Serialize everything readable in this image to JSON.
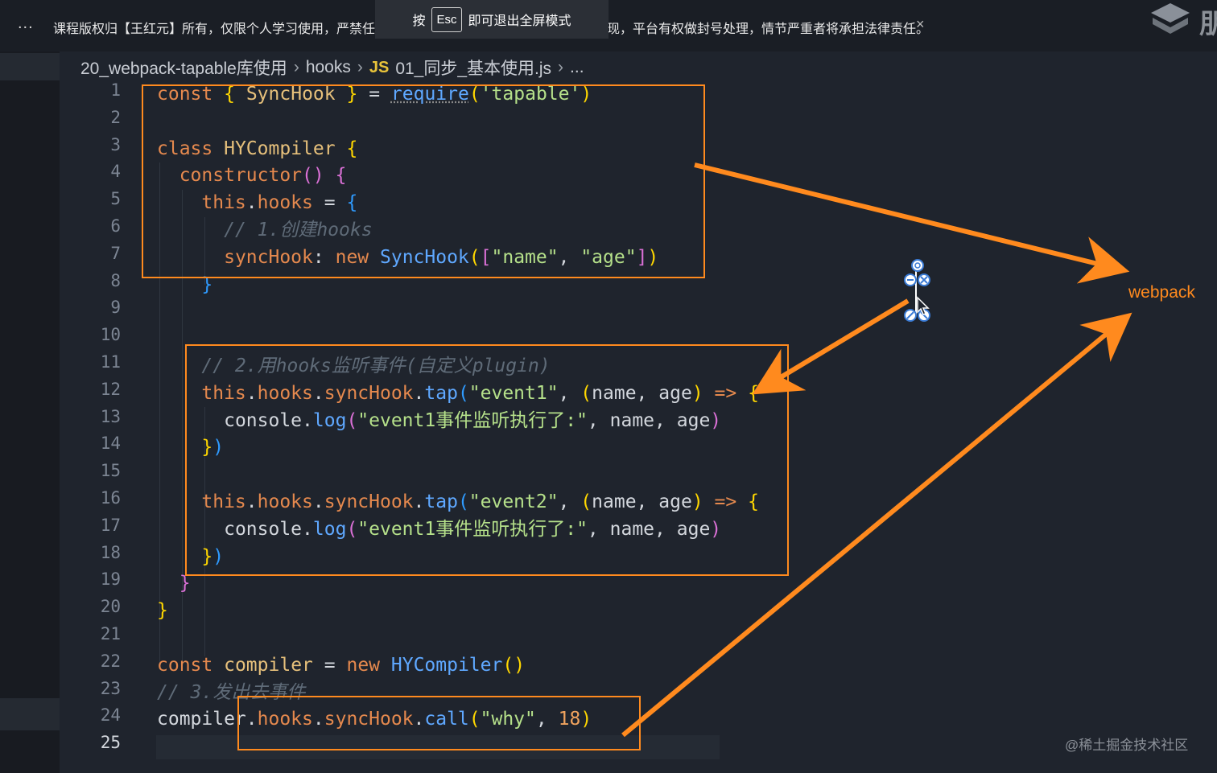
{
  "topbar": {
    "menu_dots": "...",
    "notice": "课程版权归【王红元】所有，仅限个人学习使用，严禁任何形式的录制、传播和账号分享。一经发现，平台有权做封号处理，情节严重者将承担法律责任。",
    "close": "×",
    "esc_prefix": "按",
    "esc_key": "Esc",
    "esc_suffix": "即可退出全屏模式",
    "logo_char": "朋"
  },
  "breadcrumb": {
    "folder": "20_webpack-tapable库使用",
    "subfolder": "hooks",
    "file_badge": "JS",
    "file": "01_同步_基本使用.js",
    "more": "..."
  },
  "editor": {
    "active_line": "25",
    "line_numbers": [
      "1",
      "2",
      "3",
      "4",
      "5",
      "6",
      "7",
      "8",
      "9",
      "10",
      "11",
      "12",
      "13",
      "14",
      "15",
      "16",
      "17",
      "18",
      "19",
      "20",
      "21",
      "22",
      "23",
      "24",
      "25"
    ],
    "tokens": {
      "l1": [
        "const",
        "{",
        "SyncHook",
        "}",
        "=",
        "require",
        "(",
        "'tapable'",
        ")"
      ],
      "l3": [
        "class",
        "HYCompiler",
        "{"
      ],
      "l4": [
        "constructor",
        "()",
        "{"
      ],
      "l5": [
        "this",
        ".",
        "hooks",
        "=",
        "{"
      ],
      "l6": [
        "// 1.创建hooks"
      ],
      "l7": [
        "syncHook",
        ":",
        "new",
        "SyncHook",
        "(",
        "[",
        "\"name\"",
        ",",
        "\"age\"",
        "]",
        ")"
      ],
      "l8": [
        "}"
      ],
      "l11": [
        "// 2.用hooks监听事件(自定义plugin)"
      ],
      "l12": [
        "this",
        ".",
        "hooks",
        ".",
        "syncHook",
        ".",
        "tap",
        "(",
        "\"event1\"",
        ",",
        "(",
        "name",
        ",",
        "age",
        ")",
        "=>",
        "{"
      ],
      "l13": [
        "console",
        ".",
        "log",
        "(",
        "\"event1事件监听执行了:\"",
        ",",
        "name",
        ",",
        "age",
        ")"
      ],
      "l14": [
        "}",
        ")"
      ],
      "l16": [
        "this",
        ".",
        "hooks",
        ".",
        "syncHook",
        ".",
        "tap",
        "(",
        "\"event2\"",
        ",",
        "(",
        "name",
        ",",
        "age",
        ")",
        "=>",
        "{"
      ],
      "l17": [
        "console",
        ".",
        "log",
        "(",
        "\"event1事件监听执行了:\"",
        ",",
        "name",
        ",",
        "age",
        ")"
      ],
      "l18": [
        "}",
        ")"
      ],
      "l19": [
        "}"
      ],
      "l20": [
        "}"
      ],
      "l22": [
        "const",
        "compiler",
        "=",
        "new",
        "HYCompiler",
        "()"
      ],
      "l23": [
        "// 3.发出去事件"
      ],
      "l24": [
        "compiler",
        ".",
        "hooks",
        ".",
        "syncHook",
        ".",
        "call",
        "(",
        "\"why\"",
        ",",
        "18",
        ")"
      ]
    }
  },
  "annotation": {
    "label": "webpack",
    "color": "#ff8a1e"
  },
  "watermark": "@稀土掘金技术社区",
  "icons": {
    "logo": "cube-logo-icon",
    "handle": "resize-handle-icon",
    "cursor": "mouse-cursor-icon"
  }
}
